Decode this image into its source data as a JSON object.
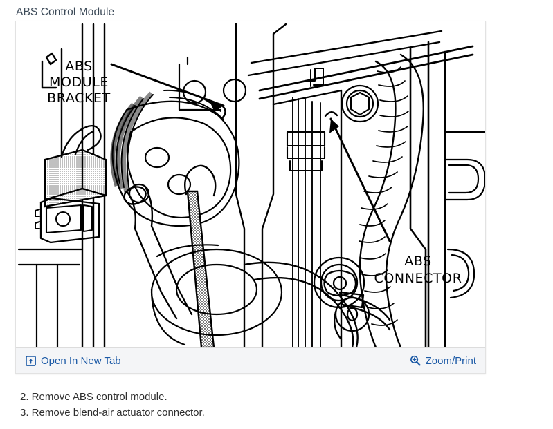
{
  "page": {
    "title": "ABS Control Module"
  },
  "figure": {
    "alt_name": "abs-control-module-diagram",
    "callouts": [
      {
        "id": "bracket",
        "lines": [
          "ABS",
          "MODULE",
          "BRACKET"
        ]
      },
      {
        "id": "connector",
        "lines": [
          "ABS",
          "CONNECTOR"
        ]
      }
    ],
    "toolbar": {
      "open_in_new_tab": {
        "label": "Open In New Tab",
        "icon": "external-link-icon"
      },
      "zoom_print": {
        "label": "Zoom/Print",
        "icon": "magnifier-plus-icon"
      }
    }
  },
  "steps": [
    "2. Remove ABS control module.",
    "3. Remove blend-air actuator connector."
  ],
  "colors": {
    "title_text": "#3c4a58",
    "link_blue": "#1c5aa6",
    "toolbar_bg": "#f4f5f7",
    "card_border": "#e2e2e2",
    "body_text": "#2f2f2f",
    "diagram_ink": "#000000"
  }
}
